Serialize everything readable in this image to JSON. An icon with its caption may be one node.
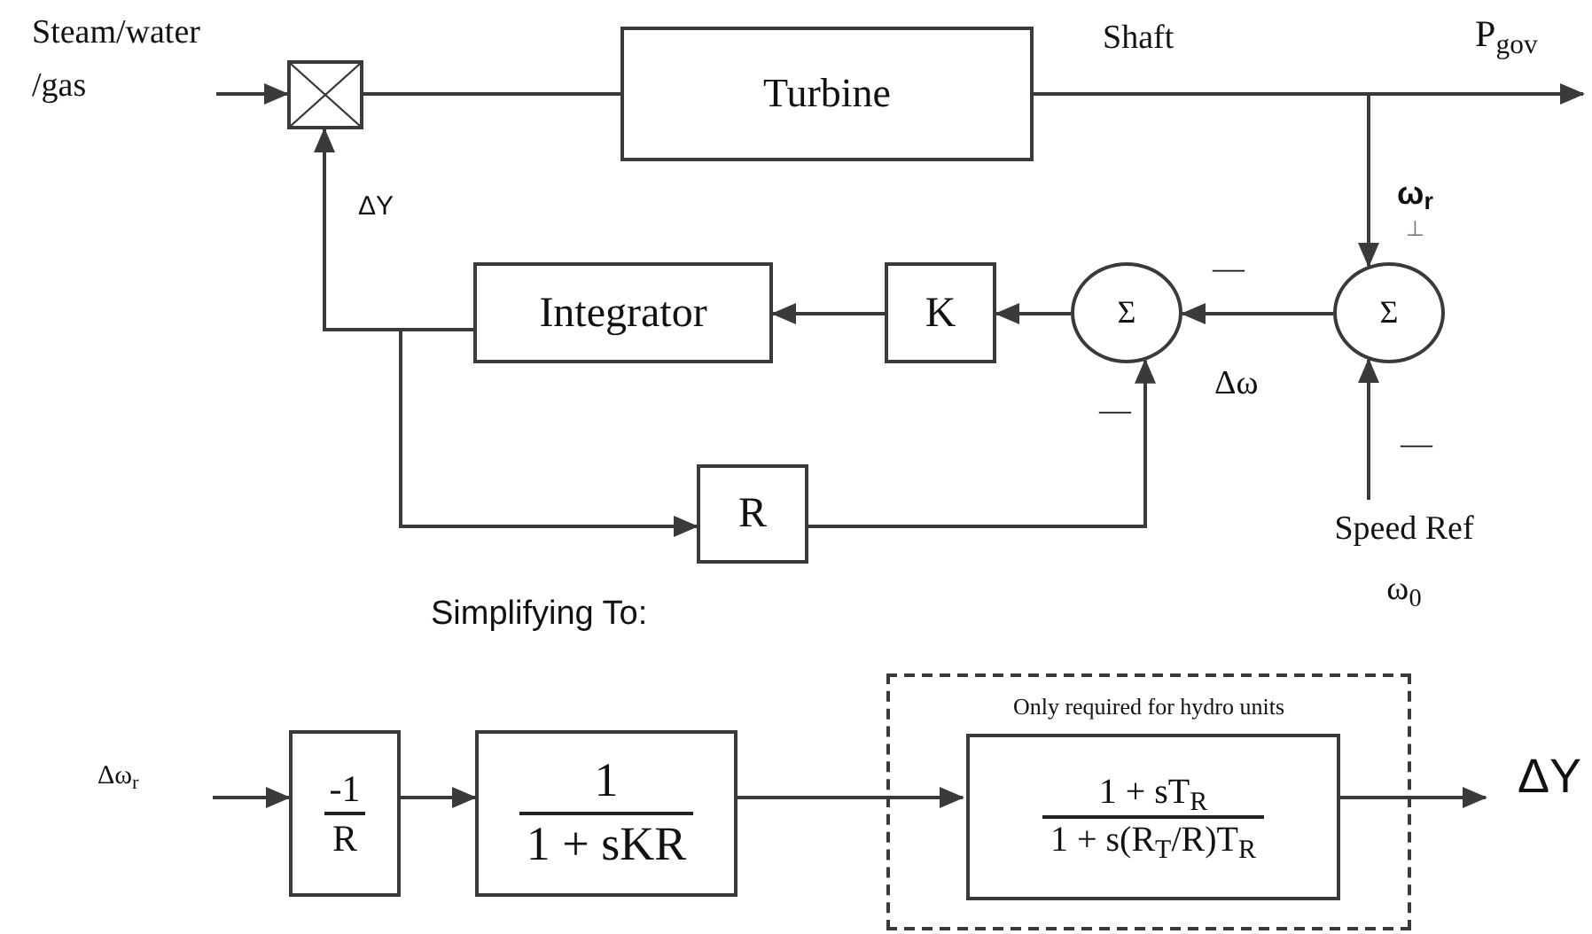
{
  "diagram": {
    "nodes": [
      {
        "text": [],
        "shape": "box"
      },
      {
        "text": [
          "Turbine"
        ]
      },
      {
        "text": [
          "Σ"
        ]
      },
      {
        "text": [
          "Σ"
        ]
      },
      {
        "text": [
          "K"
        ]
      },
      {
        "text": [
          "Integrator"
        ]
      },
      {
        "text": [
          "R"
        ]
      },
      {
        "text": [
          "Speed Ref",
          "ω$_{0}$"
        ]
      },
      {
        "text": [
          "-1",
          "R"
        ]
      },
      {
        "text": [
          "1",
          "1 + sKR"
        ]
      },
      {
        "text": [
          "Only required for hydro units"
        ]
      },
      {
        "text": [
          "1 + sT$_{R}$",
          "1 + s(R$_{T}$/R)T$_{R}$"
        ],
        "in": 10
      },
      {
        "text": [
          "Steam/water /gas"
        ]
      }
    ],
    "edges": [
      {
        "from": 12,
        "to": 0,
        "arrow": "to"
      },
      {
        "from": 0,
        "to": 1,
        "arrow": "none"
      },
      {
        "from": 1,
        "to": null,
        "arrow": "to"
      },
      {
        "from": 1,
        "to": 2,
        "arrow": "to"
      },
      {
        "from": 2,
        "to": 3,
        "arrow": "to"
      },
      {
        "from": 7,
        "to": 2,
        "arrow": "to"
      },
      {
        "from": 3,
        "to": 4,
        "arrow": "to"
      },
      {
        "from": 4,
        "to": 5,
        "arrow": "to"
      },
      {
        "from": 5,
        "to": 0,
        "arrow": "to"
      },
      {
        "from": 5,
        "to": 6,
        "arrow": "to"
      },
      {
        "from": 6,
        "to": 3,
        "arrow": "to"
      },
      {
        "from": null,
        "to": 8,
        "arrow": "to"
      },
      {
        "from": 8,
        "to": 9,
        "arrow": "to"
      },
      {
        "from": 9,
        "to": 11,
        "arrow": "to"
      },
      {
        "from": 11,
        "to": null,
        "arrow": "to"
      }
    ],
    "labels": [
      "Shaft",
      "P$_{gov}$",
      "ω$_{r}$",
      "⊥",
      "ΔY",
      "—",
      "Δω",
      "—",
      "—",
      "Simplifying To:",
      "Δω$_{r}$",
      "ΔY"
    ]
  }
}
